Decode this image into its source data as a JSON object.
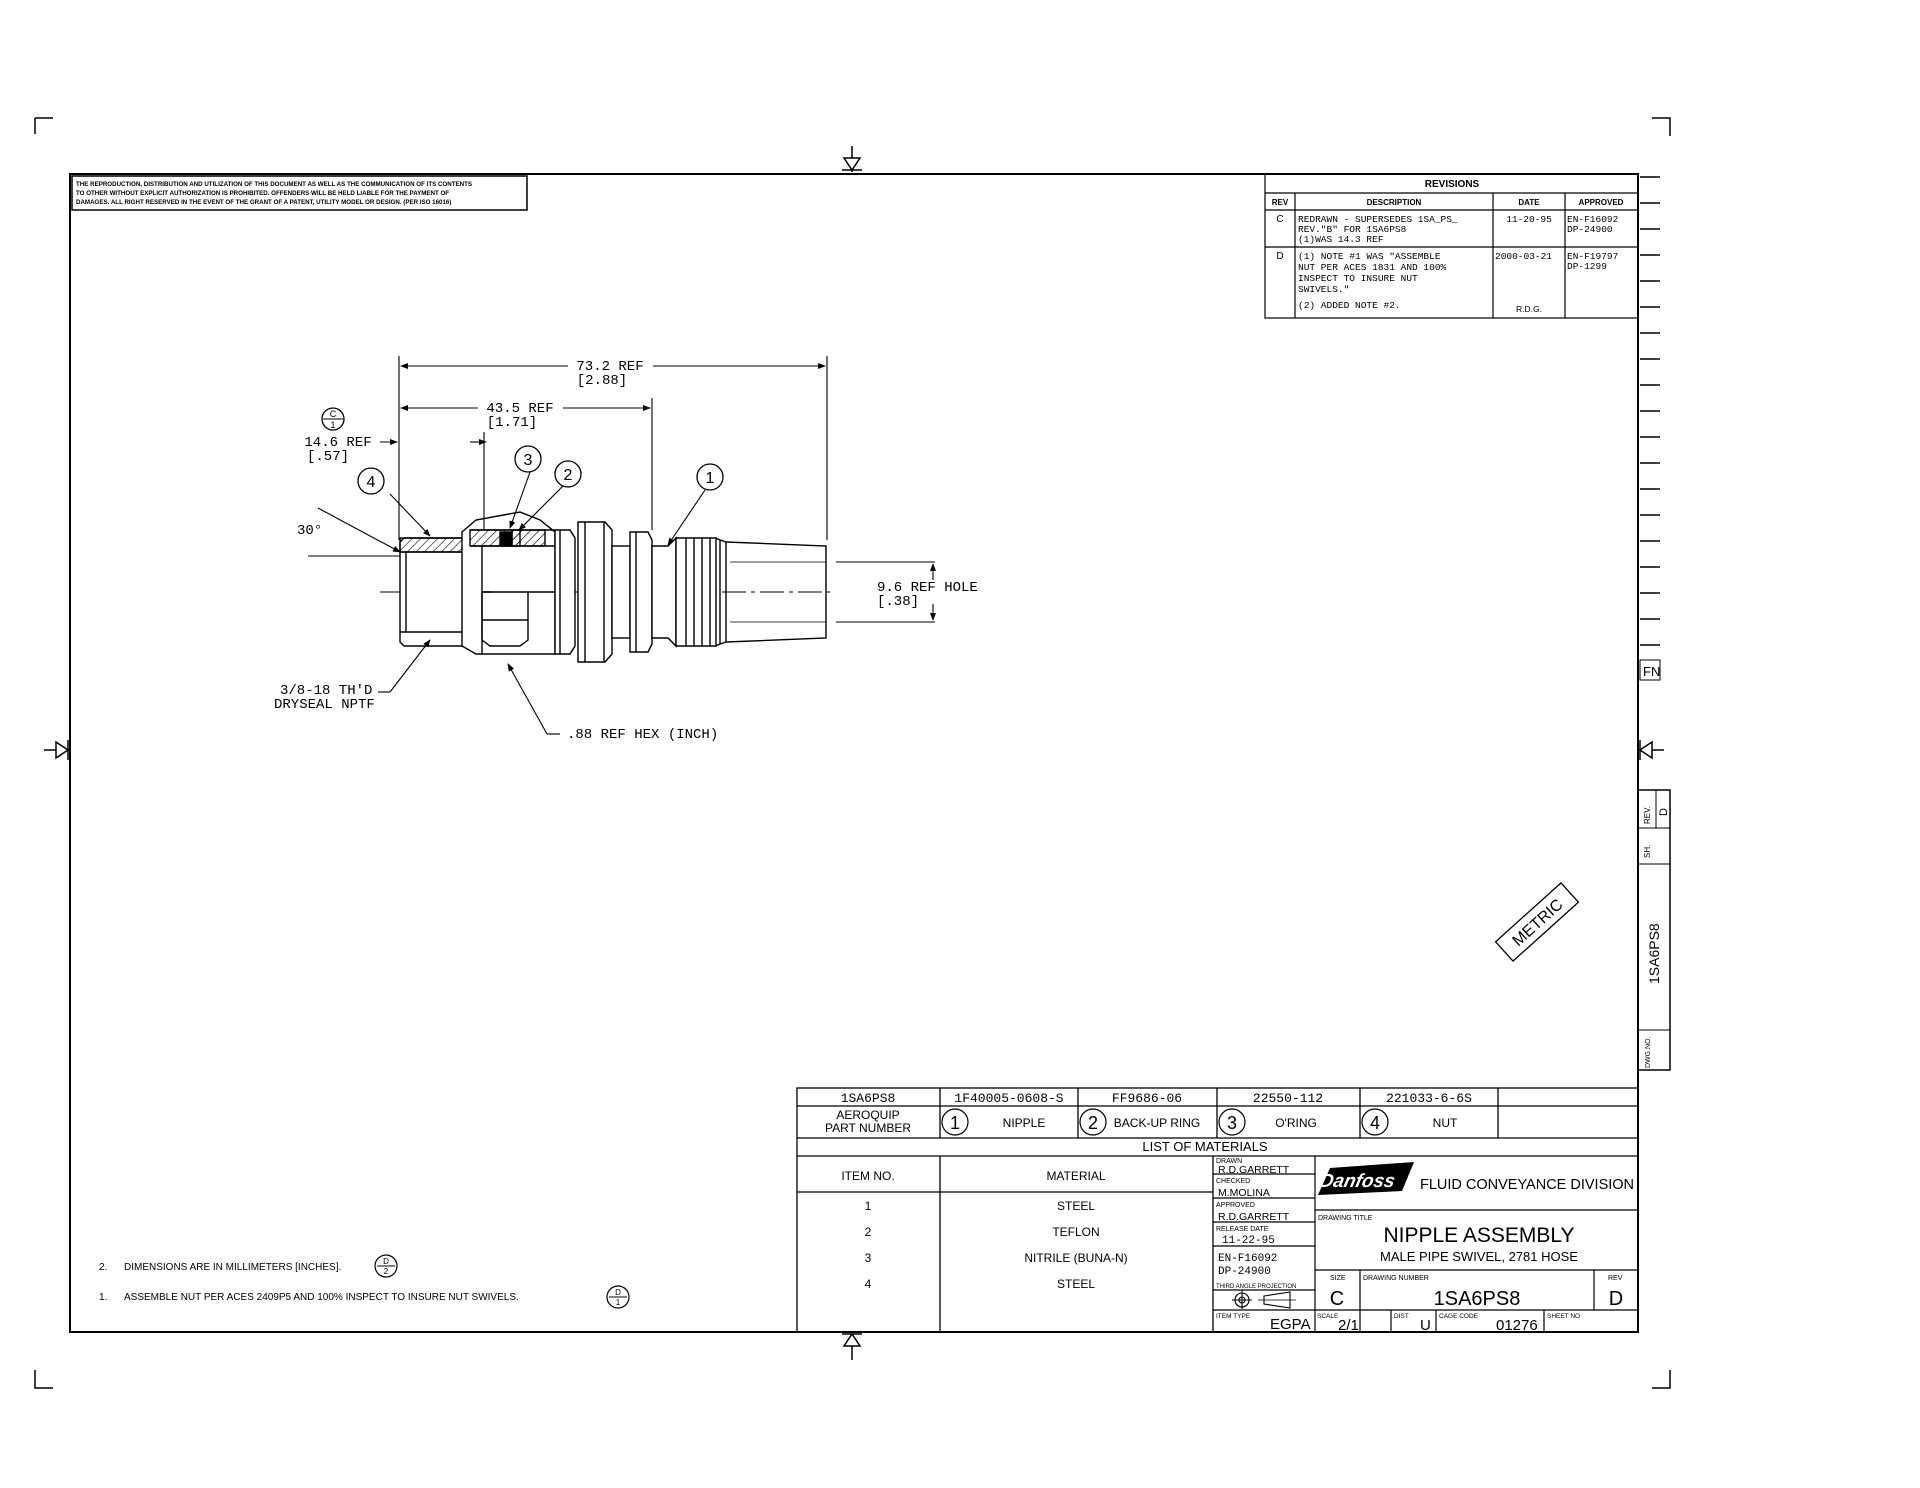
{
  "copyright_notice": [
    "THE REPRODUCTION, DISTRIBUTION AND UTILIZATION OF THIS DOCUMENT AS WELL AS THE COMMUNICATION OF ITS CONTENTS",
    "TO OTHER WITHOUT EXPLICIT AUTHORIZATION IS PROHIBITED. OFFENDERS WILL BE HELD LIABLE FOR THE PAYMENT OF",
    "DAMAGES. ALL RIGHT RESERVED IN THE EVENT OF THE GRANT OF A PATENT, UTILITY MODEL OR DESIGN. (PER ISO 16016)"
  ],
  "revisions": {
    "title": "REVISIONS",
    "headers": [
      "REV",
      "DESCRIPTION",
      "DATE",
      "APPROVED"
    ],
    "rows": [
      {
        "rev": "C",
        "description": [
          "REDRAWN - SUPERSEDES 1SA_PS_",
          "REV.\"B\" FOR 1SA6PS8",
          "(1)WAS 14.3 REF"
        ],
        "date": "11-20-95",
        "approved": [
          "EN-F16092",
          "DP-24900"
        ],
        "initials": ""
      },
      {
        "rev": "D",
        "description": [
          "(1) NOTE #1 WAS \"ASSEMBLE",
          "NUT PER ACES 1831 AND 100%",
          "INSPECT TO INSURE NUT",
          "SWIVELS.\"",
          "(2) ADDED NOTE #2."
        ],
        "date": "2000-03-21",
        "approved": [
          "EN-F19797",
          "DP-1299"
        ],
        "initials": "R.D.G."
      }
    ]
  },
  "dimensions": {
    "overall": "73.2 REF",
    "overall_in": "[2.88]",
    "nut": "43.5 REF",
    "nut_in": "[1.71]",
    "thread_len": "14.6 REF",
    "thread_len_in": "[.57]",
    "angle": "30°",
    "hole": "9.6 REF HOLE",
    "hole_in": "[.38]",
    "thread_label": [
      "3/8-18 TH'D",
      "DRYSEAL NPTF"
    ],
    "hex_label": ".88 REF HEX (INCH)",
    "rev_flag": {
      "top": "C",
      "bottom": "1"
    }
  },
  "balloons": [
    "1",
    "2",
    "3",
    "4"
  ],
  "side_margin": {
    "fn": "FN",
    "rev_label": "REV.",
    "rev_value": "D",
    "sheet_label": "SH.",
    "dwg_label": "DWG.NO.",
    "dwg_value": "1SA6PS8"
  },
  "metric_stamp": "METRIC",
  "notes": [
    {
      "num": "2.",
      "text": "DIMENSIONS ARE IN MILLIMETERS [INCHES].",
      "flag_top": "D",
      "flag_bottom": "2"
    },
    {
      "num": "1.",
      "text": "ASSEMBLE NUT PER ACES 2409P5 AND 100% INSPECT TO INSURE NUT SWIVELS.",
      "flag_top": "D",
      "flag_bottom": "1"
    }
  ],
  "parts_table": {
    "part_numbers": [
      "1SA6PS8",
      "1F40005-0608-S",
      "FF9686-06",
      "22550-112",
      "221033-6-6S"
    ],
    "row_label": [
      "AEROQUIP",
      "PART NUMBER"
    ],
    "components": [
      {
        "num": "1",
        "name": "NIPPLE"
      },
      {
        "num": "2",
        "name": "BACK-UP RING"
      },
      {
        "num": "3",
        "name": "O'RING"
      },
      {
        "num": "4",
        "name": "NUT"
      }
    ]
  },
  "materials": {
    "title": "LIST OF MATERIALS",
    "headers": [
      "ITEM NO.",
      "MATERIAL"
    ],
    "rows": [
      {
        "item": "1",
        "material": "STEEL"
      },
      {
        "item": "2",
        "material": "TEFLON"
      },
      {
        "item": "3",
        "material": "NITRILE (BUNA-N)"
      },
      {
        "item": "4",
        "material": "STEEL"
      }
    ]
  },
  "title_block": {
    "drawn_label": "DRAWN",
    "drawn": "R.D.GARRETT",
    "checked_label": "CHECKED",
    "checked": "M.MOLINA",
    "approved_label": "APPROVED",
    "approved": "R.D.GARRETT",
    "release_label": "RELEASE DATE",
    "release_date": "11-22-95",
    "release_ref": [
      "EN-F16092",
      "DP-24900"
    ],
    "projection_label": "THIRD ANGLE PROJECTION",
    "logo": "Danfoss",
    "division": "FLUID CONVEYANCE DIVISION",
    "drawing_title_label": "DRAWING TITLE",
    "title": "NIPPLE ASSEMBLY",
    "subtitle": "MALE PIPE SWIVEL, 2781 HOSE",
    "size_label": "SIZE",
    "size": "C",
    "number_label": "DRAWING NUMBER",
    "number": "1SA6PS8",
    "rev_label": "REV",
    "rev": "D",
    "item_type_label": "ITEM TYPE",
    "item_type": "EGPA",
    "scale_label": "SCALE",
    "scale": "2/1",
    "dist_label": "DIST",
    "dist": "U",
    "cage_label": "CAGE CODE",
    "cage": "01276",
    "sheet_label": "SHEET NO",
    "sheet": ""
  }
}
